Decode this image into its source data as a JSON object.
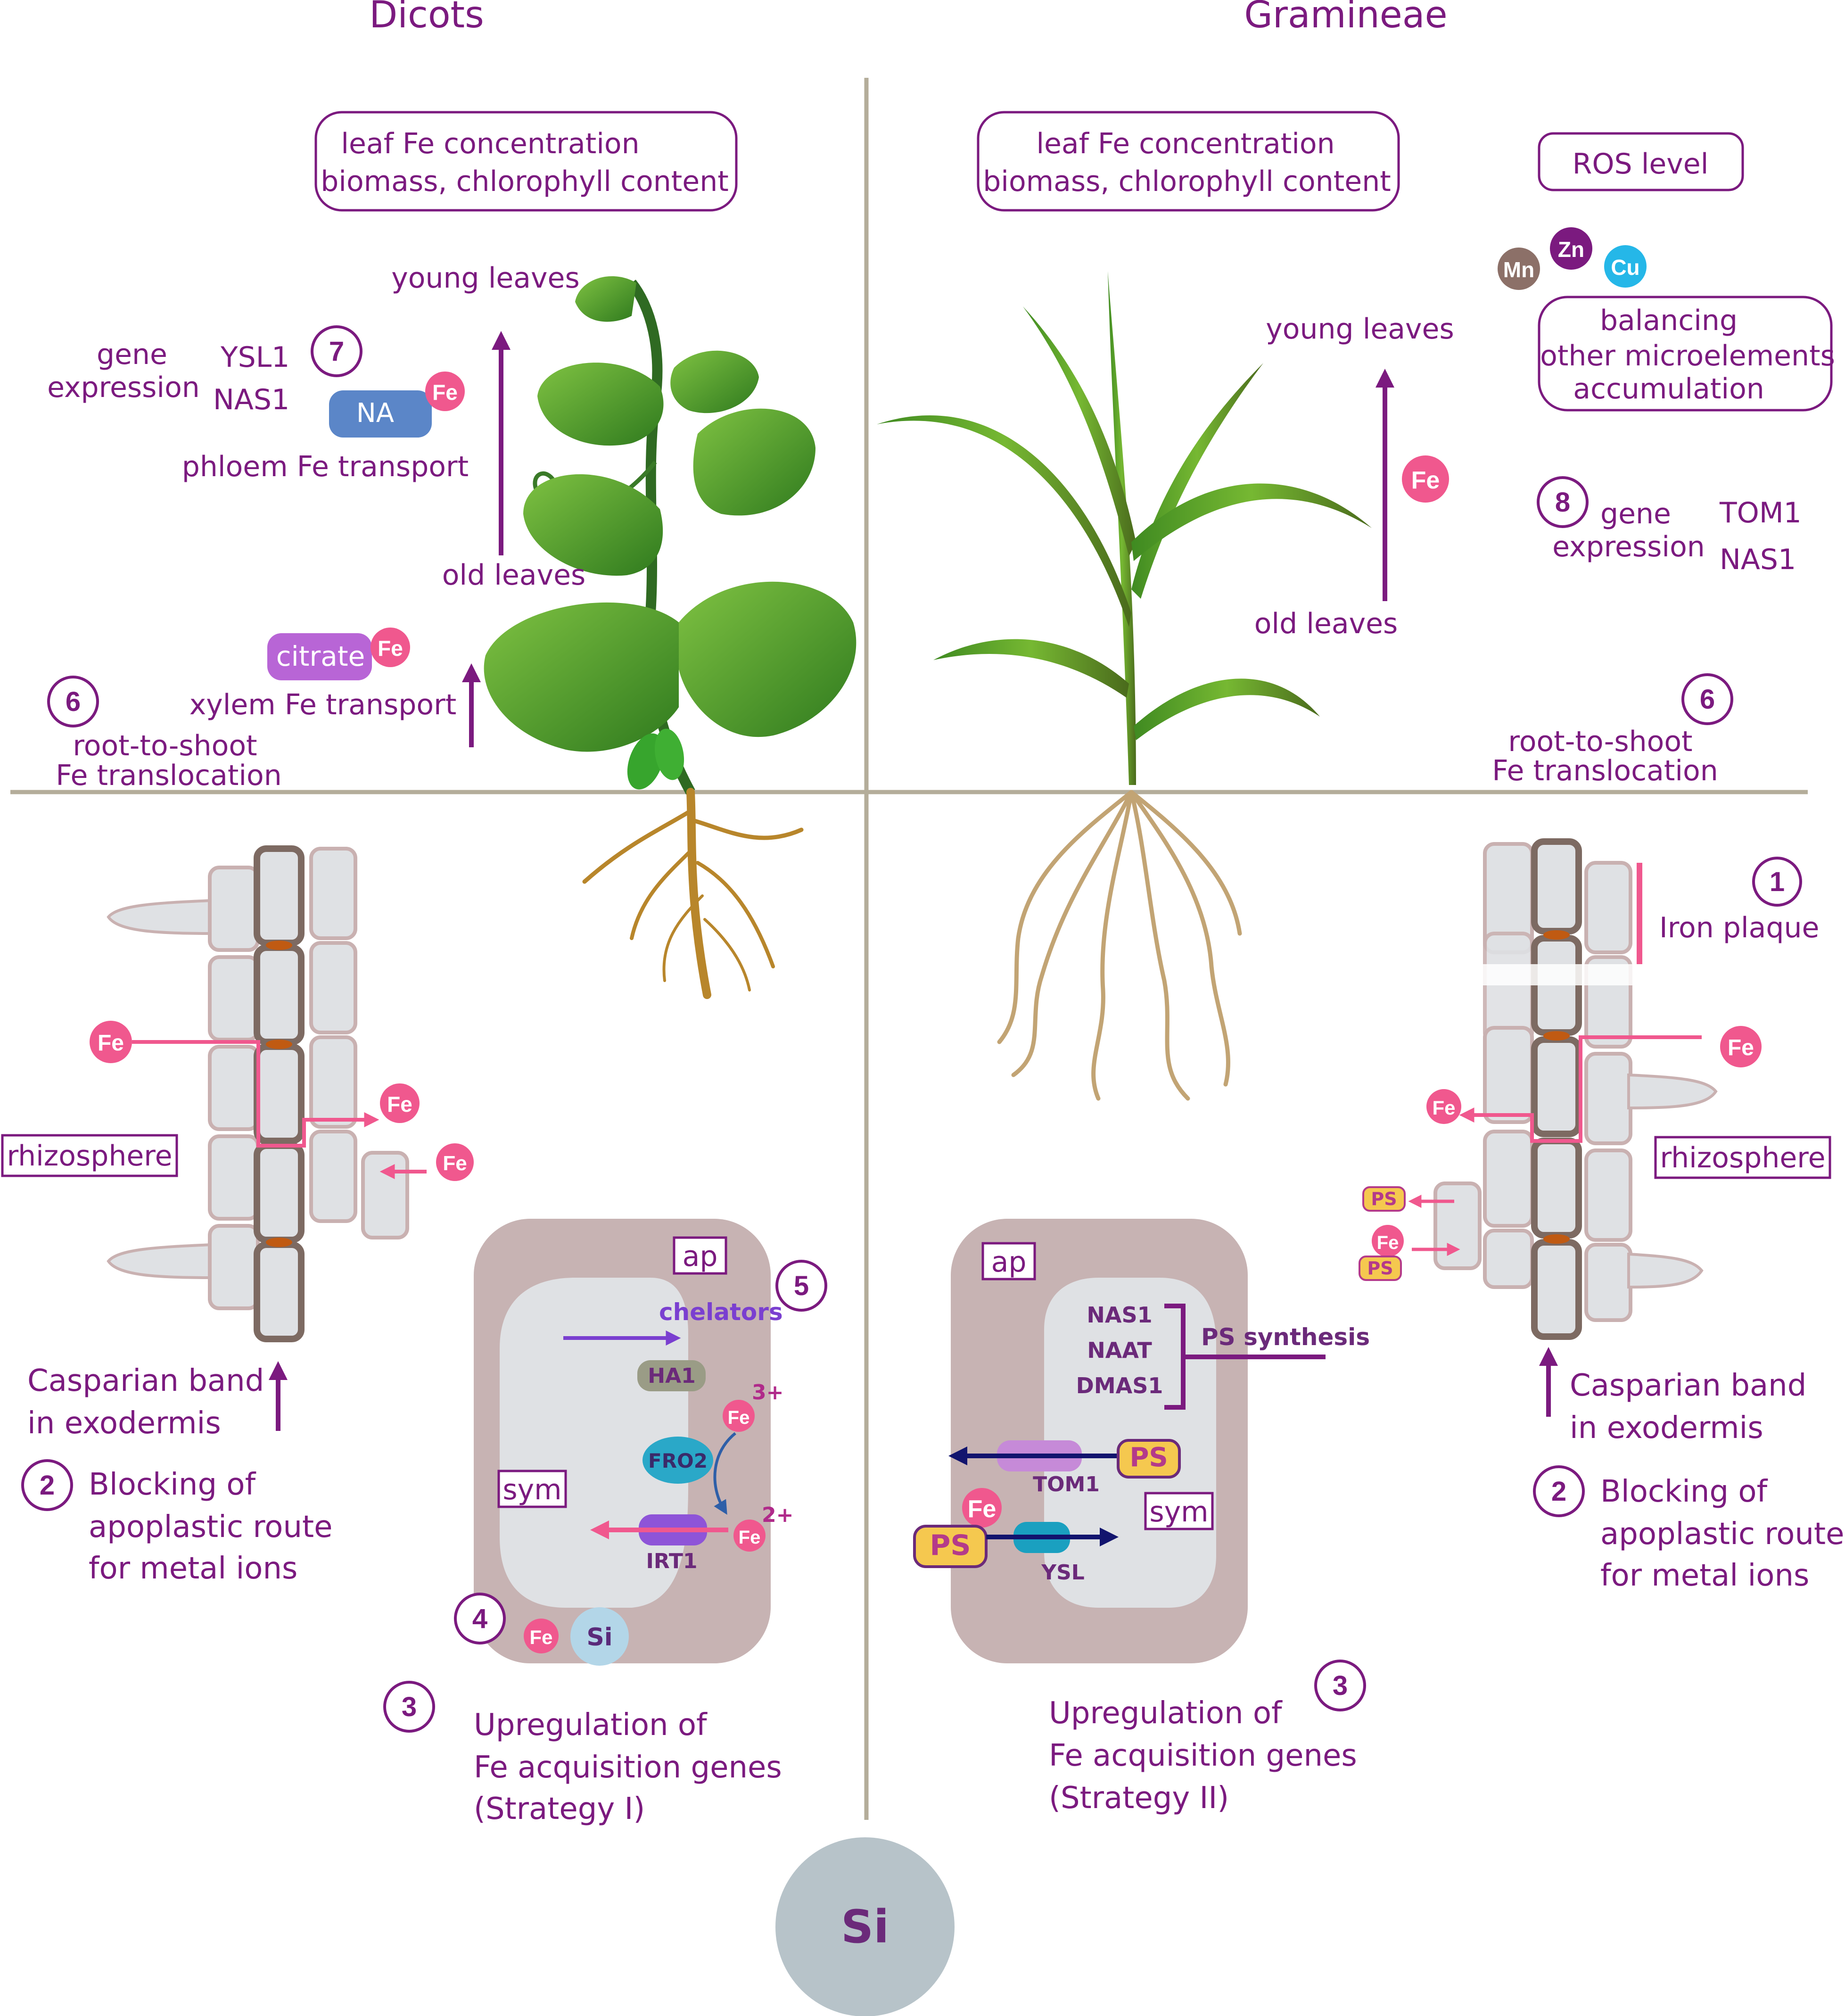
{
  "titles": {
    "left": "Dicots",
    "right": "Gramineae"
  },
  "top_left": {
    "effect_box_line1": "leaf Fe concentration",
    "effect_box_line2": "biomass, chlorophyll content",
    "young_leaves": "young leaves",
    "old_leaves": "old leaves",
    "gene_word": "gene",
    "expression_word": "expression",
    "gene1": "YSL1",
    "gene2": "NAS1",
    "num7": "7",
    "na_label": "NA",
    "phloem": "phloem Fe transport",
    "citrate_label": "citrate",
    "xylem": "xylem Fe transport",
    "num6": "6",
    "r2s_line1": "root-to-shoot",
    "r2s_line2": "Fe translocation"
  },
  "top_right": {
    "effect_box_line1": "leaf Fe concentration",
    "effect_box_line2": "biomass, chlorophyll content",
    "ros": "ROS level",
    "mn": "Mn",
    "zn": "Zn",
    "cu": "Cu",
    "bal_line1": "balancing",
    "bal_line2": "other microelements",
    "bal_line3": "accumulation",
    "young_leaves": "young leaves",
    "old_leaves": "old leaves",
    "num8": "8",
    "gene_word": "gene",
    "expression_word": "expression",
    "gene1": "TOM1",
    "gene2": "NAS1",
    "num6": "6",
    "r2s_line1": "root-to-shoot",
    "r2s_line2": "Fe translocation"
  },
  "bottom_left": {
    "rhizosphere": "rhizosphere",
    "casp_line1": "Casparian band",
    "casp_line2": "in exodermis",
    "num2": "2",
    "block_line1": "Blocking of",
    "block_line2": "apoplastic route",
    "block_line3": "for metal ions",
    "ap": "ap",
    "sym": "sym",
    "num5": "5",
    "chelators": "chelators",
    "ha1": "HA1",
    "fro2": "FRO2",
    "irt1": "IRT1",
    "fe3_sup": "3+",
    "fe2_sup": "2+",
    "num4": "4",
    "si_small": "Si",
    "num3": "3",
    "up_line1": "Upregulation of",
    "up_line2": "Fe acquisition genes",
    "up_line3": "(Strategy I)"
  },
  "bottom_right": {
    "num1": "1",
    "iron_plaque": "Iron plaque",
    "rhizosphere": "rhizosphere",
    "ps": "PS",
    "casp_line1": "Casparian band",
    "casp_line2": "in exodermis",
    "num2": "2",
    "block_line1": "Blocking of",
    "block_line2": "apoplastic route",
    "block_line3": "for metal ions",
    "ap": "ap",
    "sym": "sym",
    "nas1": "NAS1",
    "naat": "NAAT",
    "dmas1": "DMAS1",
    "ps_synthesis": "PS synthesis",
    "tom1": "TOM1",
    "ysl": "YSL",
    "num3": "3",
    "up_line1": "Upregulation of",
    "up_line2": "Fe acquisition genes",
    "up_line3": "(Strategy II)"
  },
  "fe": "Fe",
  "center_si": "Si",
  "colors": {
    "text_purple": "#7b1a7f",
    "fe_pink": "#f0588e",
    "divider": "#b4ad9a",
    "cell_wall": "#c9b1b1",
    "ap_brown": "#c7b3b3",
    "si_gray": "#b7c3c9",
    "leaf_green": "#4f9a2d",
    "root_brown": "#b8862b"
  }
}
